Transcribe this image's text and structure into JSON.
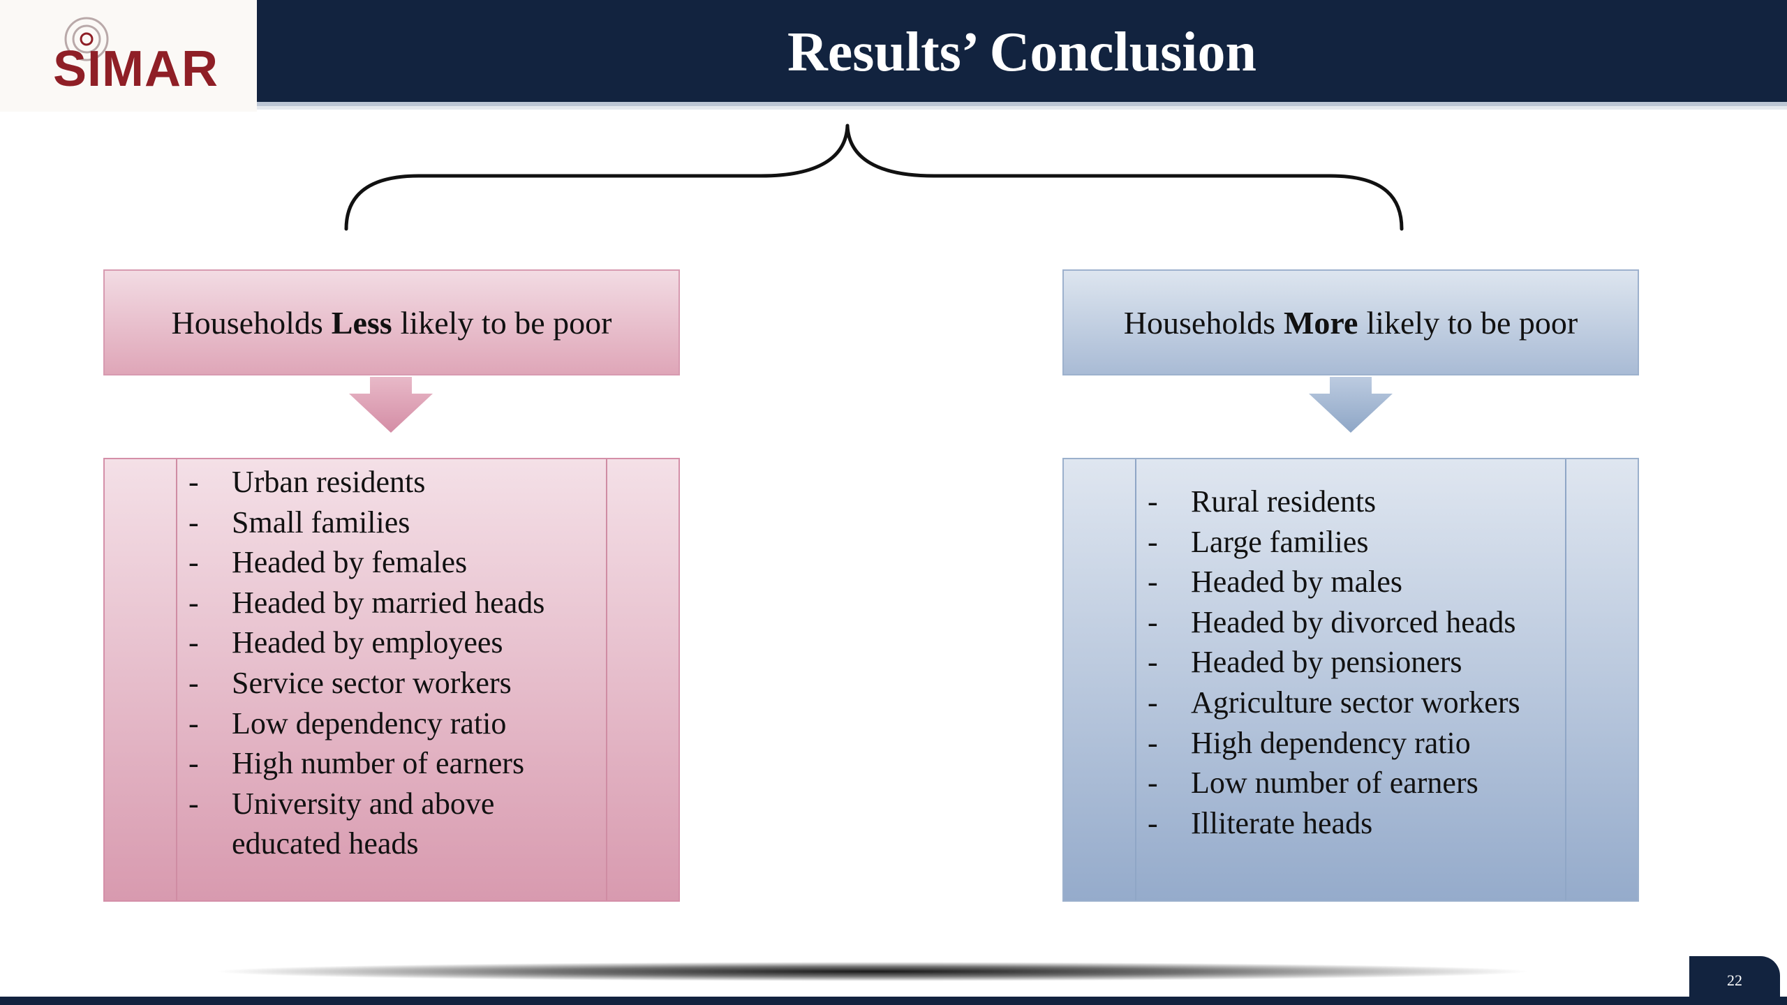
{
  "logo": {
    "text": "SIMAR",
    "color": "#8f1f26"
  },
  "title": "Results’ Conclusion",
  "left_panel": {
    "header_prefix": "Households",
    "header_emphasis": "Less",
    "header_suffix": "likely to be poor",
    "color_top": "#f2dbe3",
    "color_bottom": "#dfa6b8",
    "items": [
      "Urban residents",
      "Small families",
      "Headed by females",
      "Headed by married heads",
      "Headed by employees",
      "Service sector workers",
      "Low dependency ratio",
      "High number of earners",
      "University and above educated heads"
    ]
  },
  "right_panel": {
    "header_prefix": "Households",
    "header_emphasis": "More",
    "header_suffix": "likely to be poor",
    "color_top": "#dde5ef",
    "color_bottom": "#a9bbd5",
    "items": [
      "Rural residents",
      "Large families",
      "Headed by males",
      "Headed by divorced heads",
      "Headed by pensioners",
      "Agriculture sector workers",
      "High dependency ratio",
      "Low number of earners",
      "Illiterate heads"
    ]
  },
  "page_number": "22",
  "theme": {
    "navy": "#12233f"
  }
}
